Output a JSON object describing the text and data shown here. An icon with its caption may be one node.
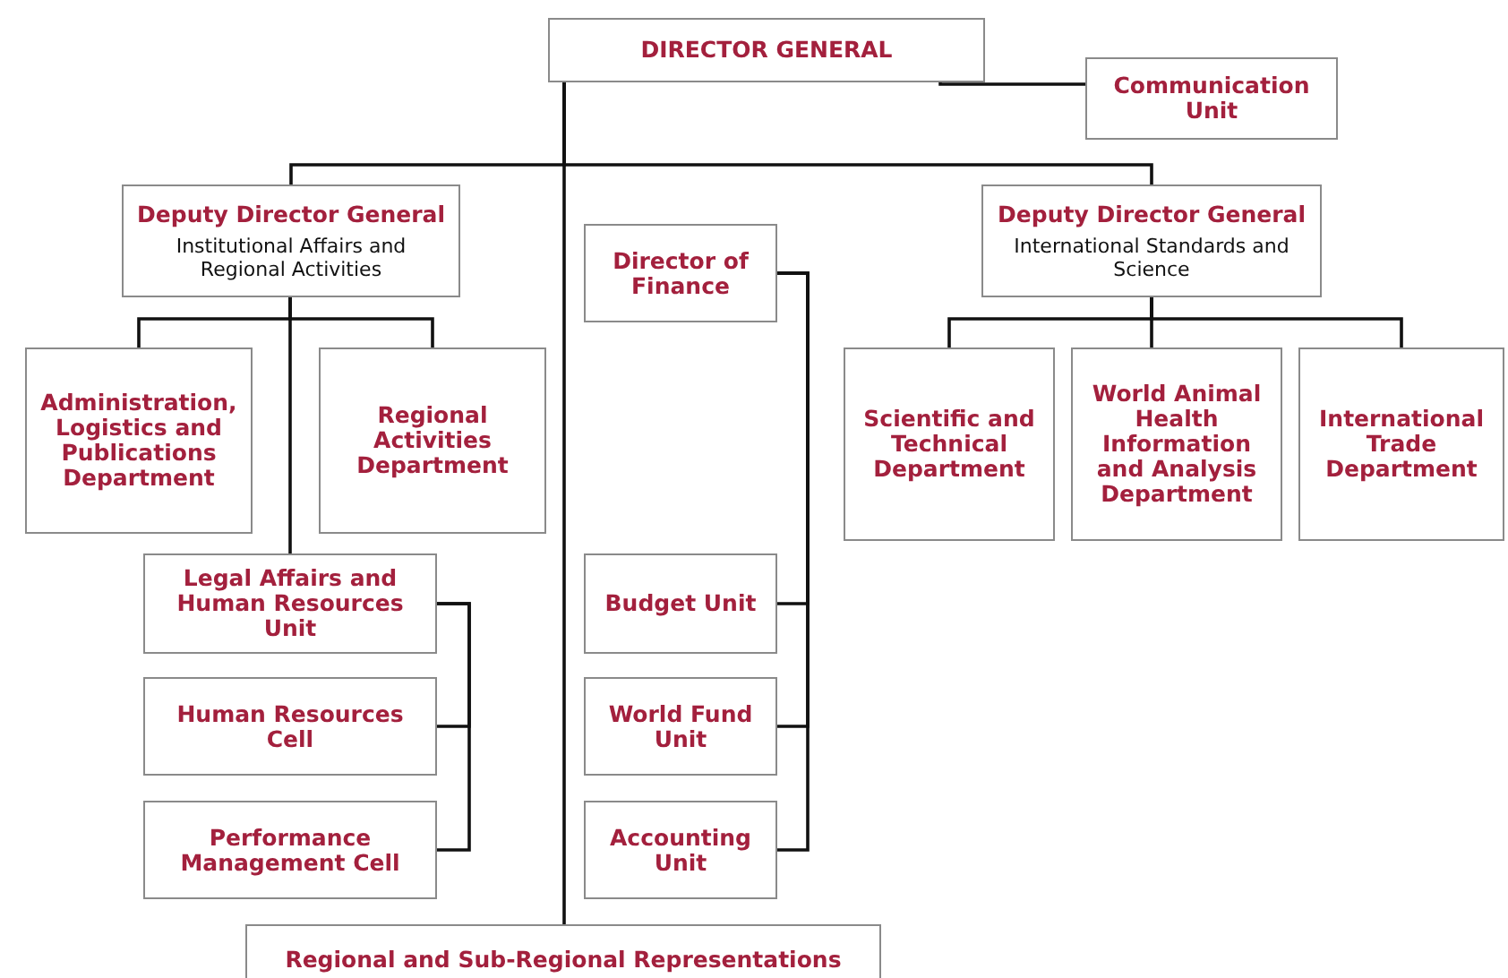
{
  "diagram": {
    "nodes": [
      {
        "text": [
          "DIRECTOR GENERAL"
        ]
      },
      {
        "text": [
          "Communication Unit"
        ]
      },
      {
        "text": [
          "Deputy Director General",
          "Institutional Affairs and Regional Activities"
        ]
      },
      {
        "text": [
          "Director of Finance"
        ]
      },
      {
        "text": [
          "Deputy Director General",
          "International Standards and Science"
        ]
      },
      {
        "text": [
          "Administration, Logistics and Publications Department"
        ]
      },
      {
        "text": [
          "Regional Activities Department"
        ]
      },
      {
        "text": [
          "Legal Affairs and Human Resources Unit"
        ]
      },
      {
        "text": [
          "Human Resources Cell"
        ]
      },
      {
        "text": [
          "Performance Management Cell"
        ]
      },
      {
        "text": [
          "Budget Unit"
        ]
      },
      {
        "text": [
          "World Fund Unit"
        ]
      },
      {
        "text": [
          "Accounting Unit"
        ]
      },
      {
        "text": [
          "Scientific and Technical Department"
        ]
      },
      {
        "text": [
          "World Animal Health Information and Analysis Department"
        ]
      },
      {
        "text": [
          "International Trade Department"
        ]
      },
      {
        "text": [
          "Regional and Sub-Regional Representations"
        ]
      }
    ],
    "edges": [
      {
        "from": 0,
        "to": 1,
        "arrow": "none"
      },
      {
        "from": 0,
        "to": 2,
        "arrow": "none"
      },
      {
        "from": 0,
        "to": 4,
        "arrow": "none"
      },
      {
        "from": 0,
        "to": 16,
        "arrow": "none"
      },
      {
        "from": 2,
        "to": 5,
        "arrow": "none"
      },
      {
        "from": 2,
        "to": 6,
        "arrow": "none"
      },
      {
        "from": 2,
        "to": 7,
        "arrow": "none"
      },
      {
        "from": 7,
        "to": 8,
        "arrow": "none"
      },
      {
        "from": 7,
        "to": 9,
        "arrow": "none"
      },
      {
        "from": 3,
        "to": 10,
        "arrow": "none"
      },
      {
        "from": 3,
        "to": 11,
        "arrow": "none"
      },
      {
        "from": 3,
        "to": 12,
        "arrow": "none"
      },
      {
        "from": 4,
        "to": 13,
        "arrow": "none"
      },
      {
        "from": 4,
        "to": 14,
        "arrow": "none"
      },
      {
        "from": 4,
        "to": 15,
        "arrow": "none"
      }
    ]
  }
}
